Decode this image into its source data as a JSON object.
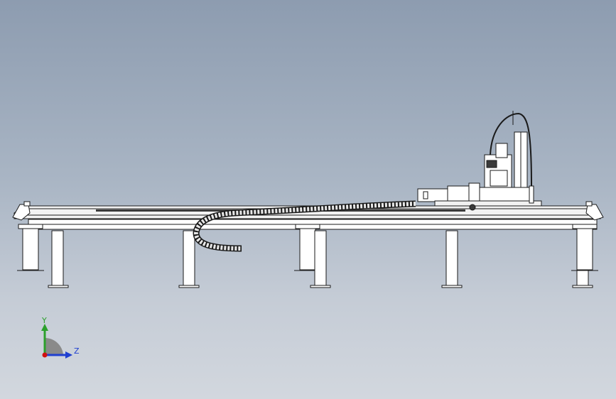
{
  "viewport": {
    "background_top": "#8d9cb0",
    "background_bottom": "#d2d7de"
  },
  "colors": {
    "line": "#1a1a1a",
    "part_fill": "#ffffff",
    "rail_dark": "#3a3a3a",
    "chain_fill": "#e8e8e8",
    "axis_y": "#2ca02c",
    "axis_z": "#1f3fd0",
    "axis_origin": "#d01010",
    "triad_patch": "#8a8a8a"
  },
  "triad": {
    "y_label": "Y",
    "z_label": "Z",
    "icon": "coordinate-triad-icon"
  },
  "drawing": {
    "subject": "gantry-robot-side-view",
    "support_legs": 8
  }
}
